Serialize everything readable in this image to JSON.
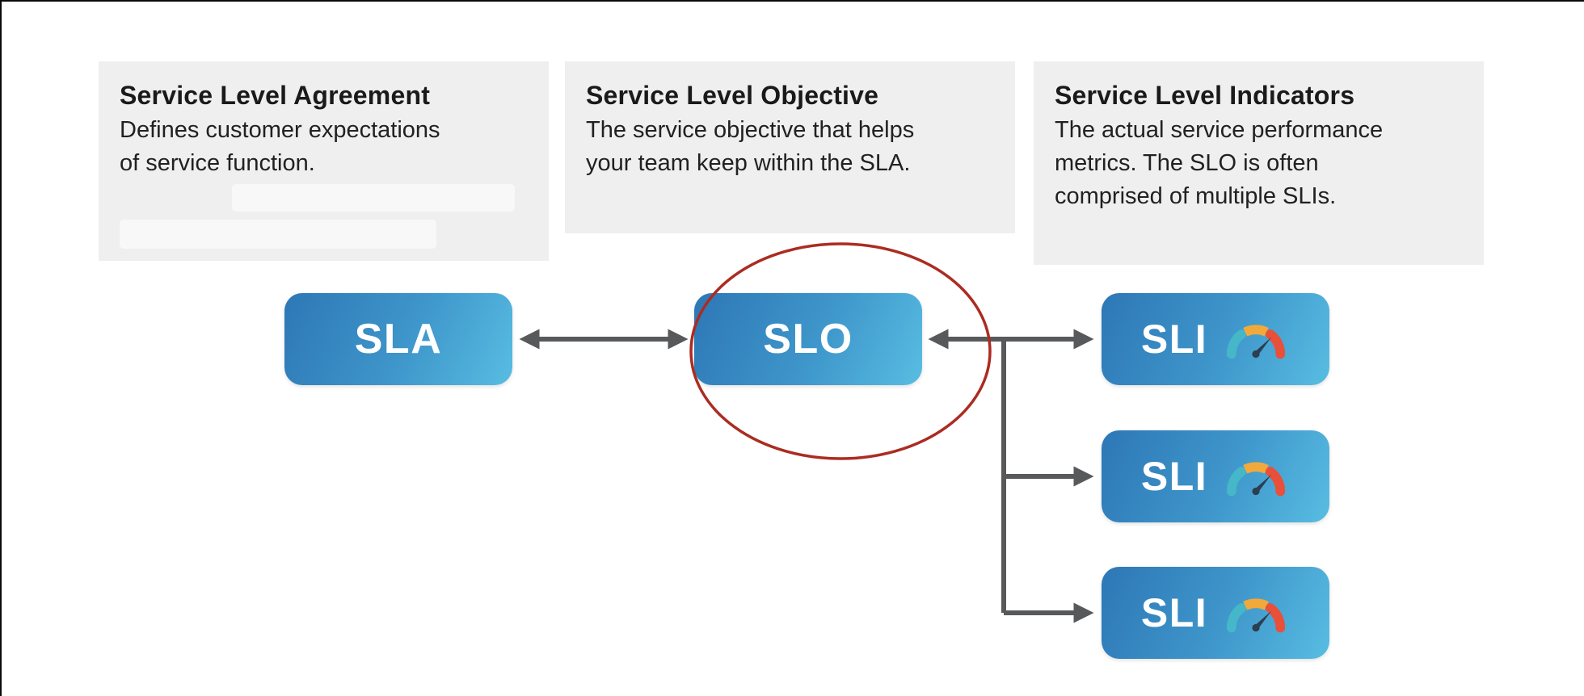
{
  "diagram": {
    "title": "SLA / SLO / SLI relationship diagram",
    "descriptions": [
      {
        "title": "Service Level Agreement",
        "body": "Defines customer expectations of service function."
      },
      {
        "title": "Service Level Objective",
        "body": "The service objective that helps your team keep within the SLA."
      },
      {
        "title": "Service Level Indicators",
        "body": "The actual service performance metrics. The SLO is often comprised of multiple SLIs."
      }
    ],
    "nodes": {
      "sla": "SLA",
      "slo": "SLO",
      "sli1": "SLI",
      "sli2": "SLI",
      "sli3": "SLI"
    },
    "icons": {
      "gauge": "gauge-icon"
    },
    "colors": {
      "node_gradient_start": "#2d77b6",
      "node_gradient_end": "#58bde2",
      "description_bg": "#efefef",
      "arrow": "#58595b",
      "highlight_ellipse": "#ab2c22",
      "gauge_teal": "#45b7c8",
      "gauge_yellow": "#f2a93b",
      "gauge_red": "#e8503a",
      "gauge_needle": "#2c3e50"
    }
  }
}
